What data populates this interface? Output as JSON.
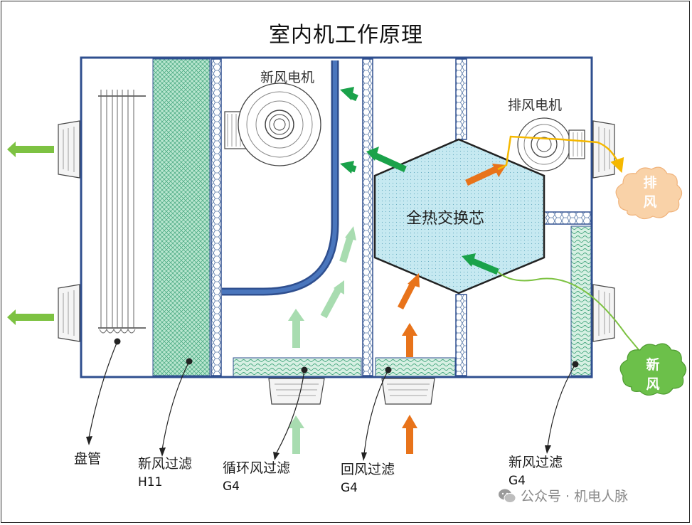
{
  "title": "室内机工作原理",
  "labels": {
    "fresh_motor": "新风电机",
    "exhaust_motor": "排风电机",
    "heat_exchanger": "全热交换芯",
    "exhaust_cloud": [
      "排",
      "风"
    ],
    "fresh_cloud": [
      "新",
      "风"
    ],
    "coil": "盘管",
    "fresh_filter_h11": "新风过滤",
    "fresh_filter_h11_grade": "H11",
    "recirc_filter": "循环风过滤",
    "recirc_filter_grade": "G4",
    "return_filter": "回风过滤",
    "return_filter_grade": "G4",
    "fresh_filter_g4": "新风过滤",
    "fresh_filter_g4_grade": "G4"
  },
  "watermark": {
    "text": "公众号 · 机电人脉"
  },
  "colors": {
    "frame_blue": "#2f4f8f",
    "duct_blue": "#3d64a8",
    "filter_green": "#8ed4b2",
    "exchanger_fill": "#bfe6ef",
    "supply_arrow": "#7dc242",
    "fresh_arrow": "#1aa24a",
    "recirc_arrow": "#a8dcb0",
    "return_arrow": "#e8731a",
    "exhaust_line": "#f5b800",
    "exhaust_cloud": "#f9d2a8",
    "fresh_cloud": "#6cc04a"
  }
}
